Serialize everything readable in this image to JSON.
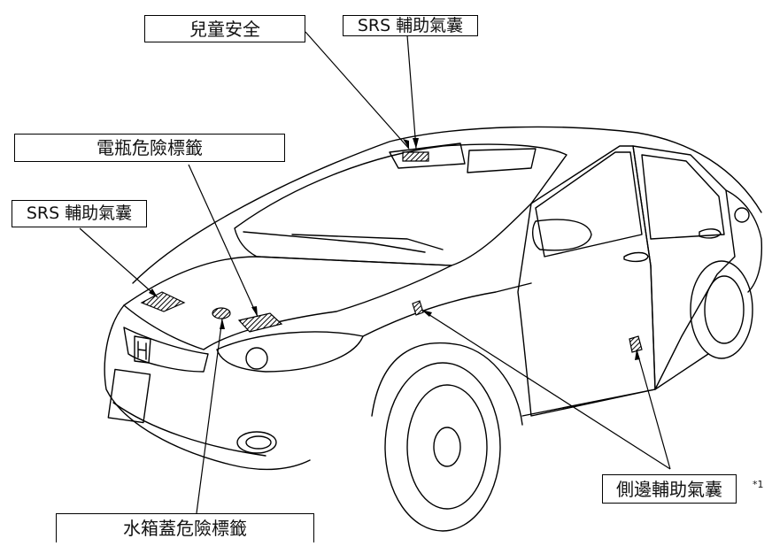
{
  "labels": {
    "child_safety": "兒童安全",
    "srs_airbag_top": "SRS 輔助氣囊",
    "battery_warning": "電瓶危險標籤",
    "srs_airbag_left": "SRS 輔助氣囊",
    "side_airbag": "側邊輔助氣囊",
    "side_airbag_note": "*1",
    "radiator_cap_warning": "水箱蓋危險標籤"
  }
}
